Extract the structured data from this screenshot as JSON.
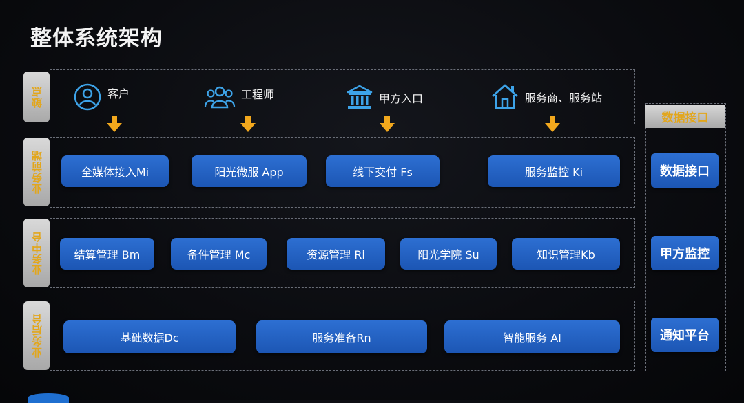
{
  "title": "整体系统架构",
  "layers": {
    "touchpoint": "触点",
    "frontend": "业务前端",
    "middle": "业务中台",
    "backend": "业务后台"
  },
  "touchpoints": [
    {
      "label": "客户",
      "icon": "user-icon"
    },
    {
      "label": "工程师",
      "icon": "group-icon"
    },
    {
      "label": "甲方入口",
      "icon": "building-icon"
    },
    {
      "label": "服务商、服务站",
      "icon": "home-icon"
    }
  ],
  "frontend": [
    "全媒体接入Mi",
    "阳光微服 App",
    "线下交付 Fs",
    "服务监控 Ki"
  ],
  "middle": [
    "结算管理 Bm",
    "备件管理 Mc",
    "资源管理 Ri",
    "阳光学院 Su",
    "知识管理Kb"
  ],
  "backend": [
    "基础数据Dc",
    "服务准备Rn",
    "智能服务 AI"
  ],
  "right_panel": {
    "header": "数据接口",
    "items": [
      "数据接口",
      "甲方监控",
      "通知平台"
    ]
  },
  "colors": {
    "accent_blue": "#2563c4",
    "label_gold": "#e2a61c",
    "arrow": "#f2a81d"
  }
}
